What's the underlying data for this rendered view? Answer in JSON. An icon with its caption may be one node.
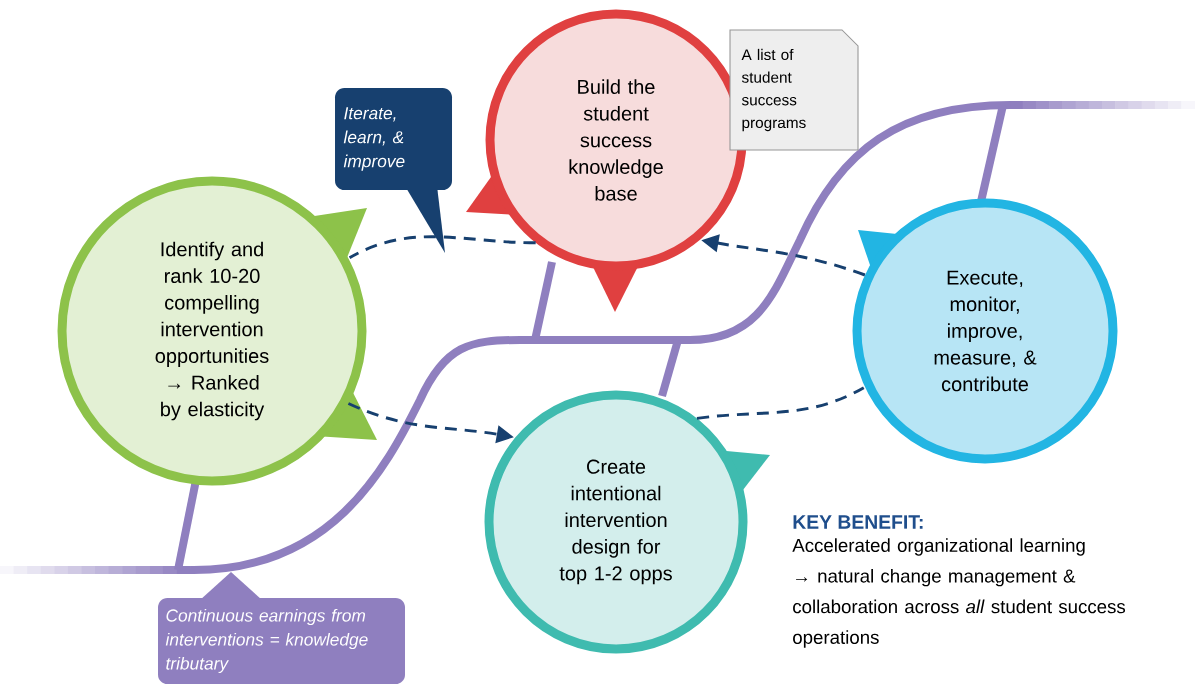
{
  "diagram": {
    "nodes": [
      {
        "text": [
          "Identify and rank 10-20 compelling intervention opportunities → Ranked by elasticity"
        ]
      },
      {
        "text": [
          "Build the student success knowledge base"
        ]
      },
      {
        "text": [
          "Create intentional intervention design for top 1-2 opps"
        ]
      },
      {
        "text": [
          "Execute, monitor, improve, measure, & contribute"
        ]
      },
      {
        "text": [
          "Iterate, learn, & improve"
        ]
      },
      {
        "text": [
          "A list of student success programs"
        ]
      },
      {
        "text": [
          "Continuous earnings from interventions = knowledge tributary"
        ]
      }
    ],
    "edges": [
      {
        "from": 0,
        "to": 2,
        "arrow": "to",
        "style": "dashed"
      },
      {
        "from": 2,
        "to": 3,
        "arrow": "none",
        "style": "dashed"
      },
      {
        "from": 3,
        "to": 1,
        "arrow": "to",
        "style": "dashed"
      },
      {
        "from": 1,
        "to": 0,
        "arrow": "none",
        "style": "dashed"
      }
    ],
    "labels": [
      "KEY BENEFIT:",
      "Accelerated organizational learning → natural change management & collaboration across *all* student success operations"
    ]
  }
}
